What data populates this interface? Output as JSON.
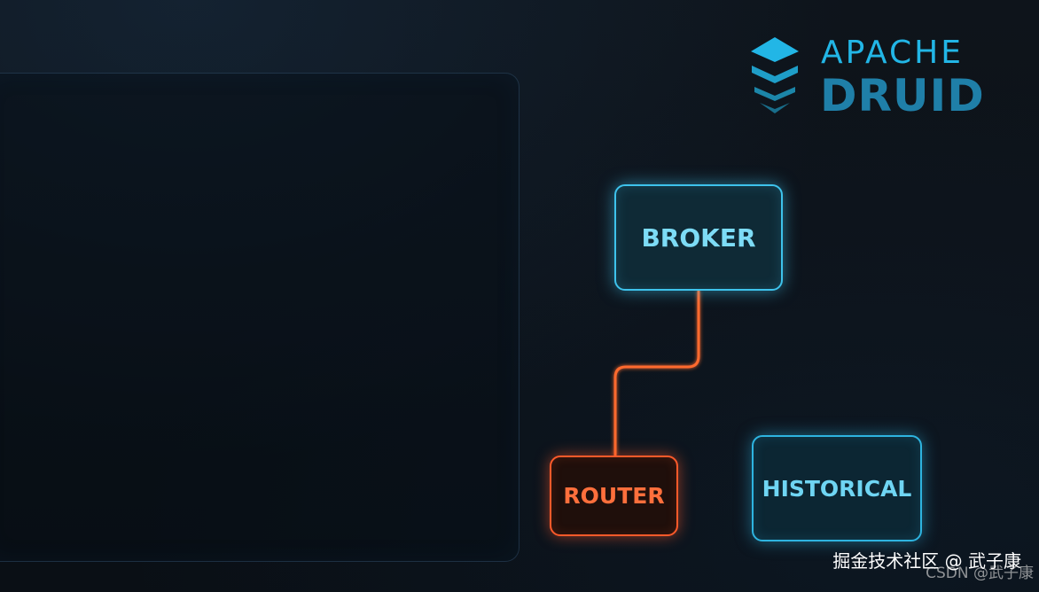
{
  "logo": {
    "line1": "APACHE",
    "line2": "DRUID",
    "colors": {
      "line1": "#22b6e6",
      "line2": "#1f7fa8",
      "mark": "#22b6e6"
    }
  },
  "nodes": {
    "broker": {
      "label": "BROKER",
      "color": "#3ec3ec"
    },
    "router": {
      "label": "ROUTER",
      "color": "#ff5a2a"
    },
    "historical": {
      "label": "HISTORICAL",
      "color": "#2eb4e0"
    }
  },
  "connectors": {
    "orange": "#ff6a2e",
    "blue": "#35b8e4"
  },
  "watermarks": {
    "primary": "掘金技术社区 @ 武子康",
    "secondary": "CSDN @武子康"
  }
}
